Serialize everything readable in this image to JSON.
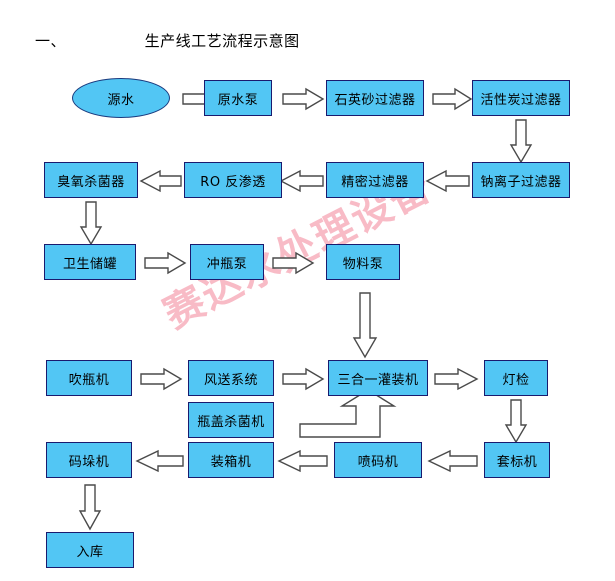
{
  "document": {
    "title_number": "一、",
    "title_text": "生产线工艺流程示意图",
    "watermark": "赛达水处理设备",
    "colors": {
      "node_fill": "#52c6f4",
      "node_border": "#1a1a6e",
      "arrow_fill": "#ffffff",
      "arrow_stroke": "#4a4a4a",
      "watermark": "#f8b8c4",
      "background": "#ffffff",
      "text": "#000000"
    }
  },
  "flowchart": {
    "type": "process-flow-diagram",
    "nodes": [
      {
        "id": "source-water",
        "label": "源水",
        "shape": "ellipse",
        "row": 1
      },
      {
        "id": "raw-water-pump",
        "label": "原水泵",
        "shape": "rect",
        "row": 1
      },
      {
        "id": "quartz-sand-filter",
        "label": "石英砂过滤器",
        "shape": "rect",
        "row": 1
      },
      {
        "id": "activated-carbon-filter",
        "label": "活性炭过滤器",
        "shape": "rect",
        "row": 1
      },
      {
        "id": "sodium-ion-filter",
        "label": "钠离子过滤器",
        "shape": "rect",
        "row": 2
      },
      {
        "id": "precision-filter",
        "label": "精密过滤器",
        "shape": "rect",
        "row": 2
      },
      {
        "id": "ro-reverse-osmosis",
        "label": "RO 反渗透",
        "shape": "rect",
        "row": 2
      },
      {
        "id": "ozone-sterilizer",
        "label": "臭氧杀菌器",
        "shape": "rect",
        "row": 2
      },
      {
        "id": "sanitary-storage-tank",
        "label": "卫生储罐",
        "shape": "rect",
        "row": 3
      },
      {
        "id": "bottle-rinse-pump",
        "label": "冲瓶泵",
        "shape": "rect",
        "row": 3
      },
      {
        "id": "material-pump",
        "label": "物料泵",
        "shape": "rect",
        "row": 3
      },
      {
        "id": "bottle-blowing-machine",
        "label": "吹瓶机",
        "shape": "rect",
        "row": 4
      },
      {
        "id": "air-conveying-system",
        "label": "风送系统",
        "shape": "rect",
        "row": 4
      },
      {
        "id": "three-in-one-filler",
        "label": "三合一灌装机",
        "shape": "rect",
        "row": 4
      },
      {
        "id": "lamp-inspection",
        "label": "灯检",
        "shape": "rect",
        "row": 4
      },
      {
        "id": "cap-sterilizer",
        "label": "瓶盖杀菌机",
        "shape": "rect",
        "row": 4
      },
      {
        "id": "palletizer",
        "label": "码垛机",
        "shape": "rect",
        "row": 5
      },
      {
        "id": "case-packer",
        "label": "装箱机",
        "shape": "rect",
        "row": 5
      },
      {
        "id": "inkjet-printer",
        "label": "喷码机",
        "shape": "rect",
        "row": 5
      },
      {
        "id": "labeling-machine",
        "label": "套标机",
        "shape": "rect",
        "row": 5
      },
      {
        "id": "warehousing",
        "label": "入库",
        "shape": "rect",
        "row": 6
      }
    ],
    "edges": [
      {
        "from": "source-water",
        "to": "raw-water-pump",
        "direction": "right"
      },
      {
        "from": "raw-water-pump",
        "to": "quartz-sand-filter",
        "direction": "right"
      },
      {
        "from": "quartz-sand-filter",
        "to": "activated-carbon-filter",
        "direction": "right"
      },
      {
        "from": "activated-carbon-filter",
        "to": "sodium-ion-filter",
        "direction": "down"
      },
      {
        "from": "sodium-ion-filter",
        "to": "precision-filter",
        "direction": "left"
      },
      {
        "from": "precision-filter",
        "to": "ro-reverse-osmosis",
        "direction": "left"
      },
      {
        "from": "ro-reverse-osmosis",
        "to": "ozone-sterilizer",
        "direction": "left"
      },
      {
        "from": "ozone-sterilizer",
        "to": "sanitary-storage-tank",
        "direction": "down"
      },
      {
        "from": "sanitary-storage-tank",
        "to": "bottle-rinse-pump",
        "direction": "right"
      },
      {
        "from": "bottle-rinse-pump",
        "to": "material-pump",
        "direction": "right"
      },
      {
        "from": "material-pump",
        "to": "three-in-one-filler",
        "direction": "down"
      },
      {
        "from": "bottle-blowing-machine",
        "to": "air-conveying-system",
        "direction": "right"
      },
      {
        "from": "air-conveying-system",
        "to": "three-in-one-filler",
        "direction": "right"
      },
      {
        "from": "cap-sterilizer",
        "to": "three-in-one-filler",
        "direction": "elbow-up"
      },
      {
        "from": "three-in-one-filler",
        "to": "lamp-inspection",
        "direction": "right"
      },
      {
        "from": "lamp-inspection",
        "to": "labeling-machine",
        "direction": "down"
      },
      {
        "from": "labeling-machine",
        "to": "inkjet-printer",
        "direction": "left"
      },
      {
        "from": "inkjet-printer",
        "to": "case-packer",
        "direction": "left"
      },
      {
        "from": "case-packer",
        "to": "palletizer",
        "direction": "left"
      },
      {
        "from": "palletizer",
        "to": "warehousing",
        "direction": "down"
      }
    ]
  }
}
